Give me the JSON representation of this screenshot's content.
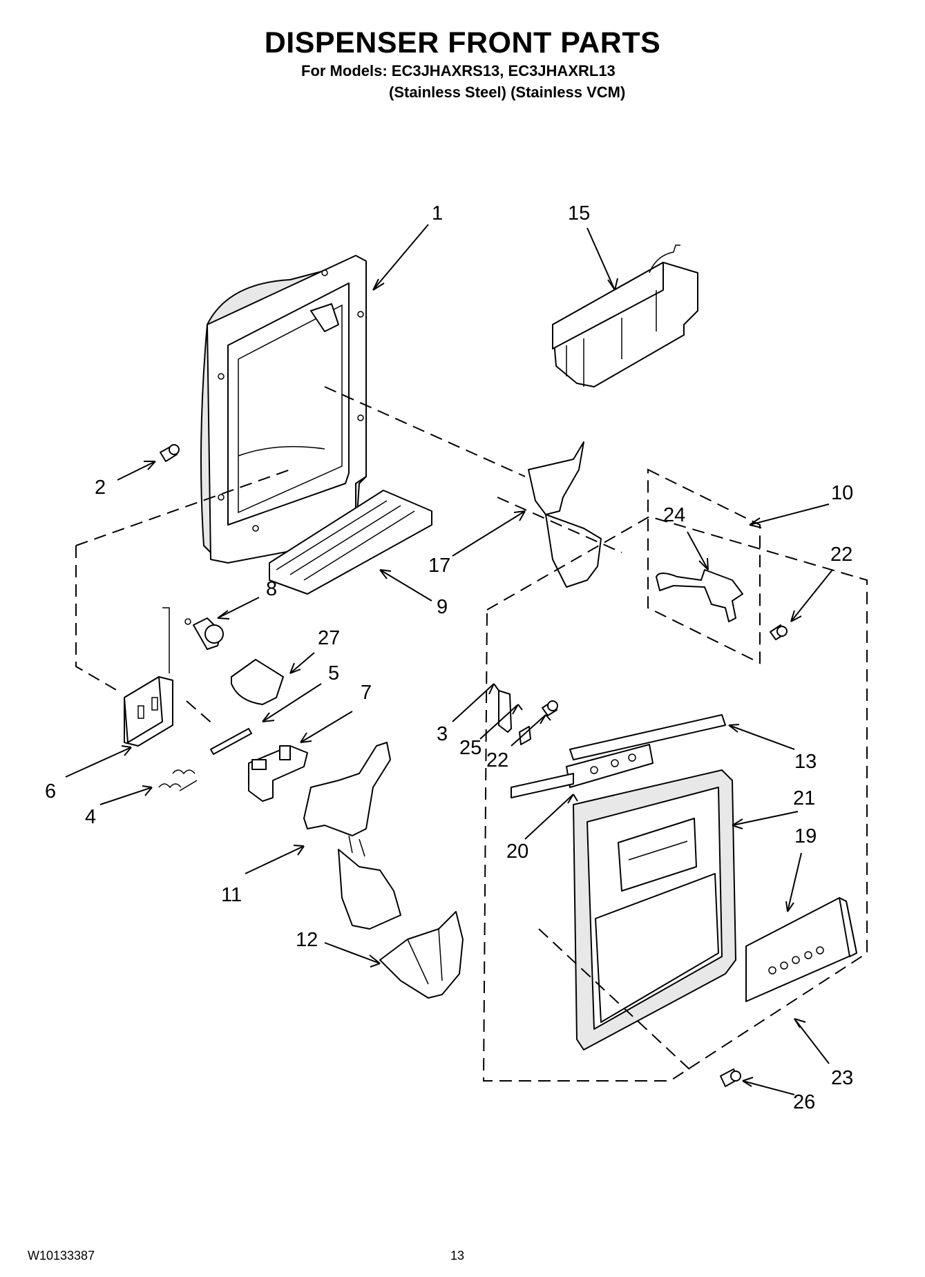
{
  "header": {
    "title": "DISPENSER FRONT PARTS",
    "models_line": "For Models: EC3JHAXRS13, EC3JHAXRL13",
    "variants_line": "(Stainless Steel) (Stainless VCM)"
  },
  "callouts": {
    "c1": "1",
    "c2": "2",
    "c3": "3",
    "c4": "4",
    "c5": "5",
    "c6": "6",
    "c7": "7",
    "c8": "8",
    "c9": "9",
    "c10": "10",
    "c11": "11",
    "c12": "12",
    "c13": "13",
    "c15": "15",
    "c17": "17",
    "c19": "19",
    "c20": "20",
    "c21": "21",
    "c22a": "22",
    "c22b": "22",
    "c23": "23",
    "c24": "24",
    "c25": "25",
    "c26": "26",
    "c27": "27"
  },
  "footer": {
    "document_number": "W10133387",
    "page_number": "13"
  }
}
